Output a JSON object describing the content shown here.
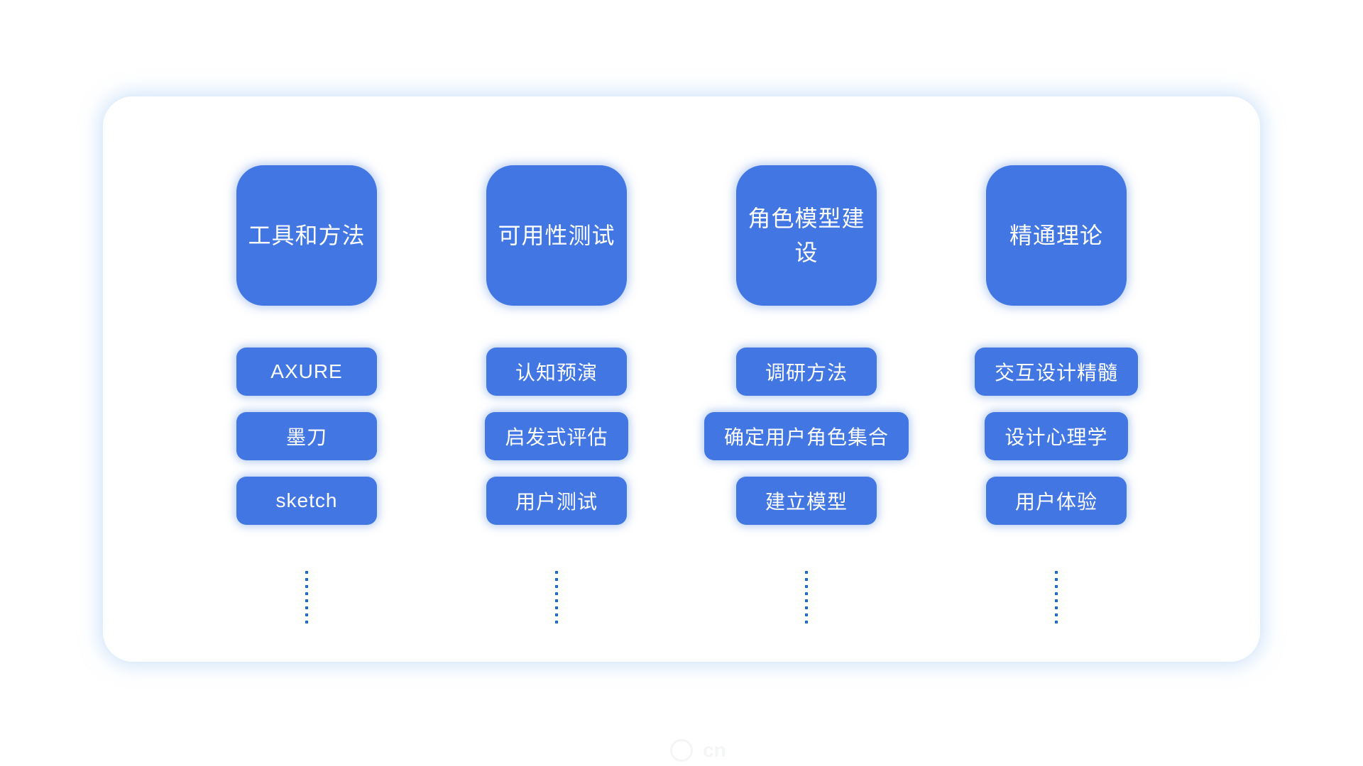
{
  "board": {
    "columns": [
      {
        "header": "工具和方法",
        "items": [
          "AXURE",
          "墨刀",
          "sketch"
        ]
      },
      {
        "header": "可用性测试",
        "items": [
          "认知预演",
          "启发式评估",
          "用户测试"
        ]
      },
      {
        "header": "角色模型建设",
        "items": [
          "调研方法",
          "确定用户角色集合",
          "建立模型"
        ]
      },
      {
        "header": "精通理论",
        "items": [
          "交互设计精髓",
          "设计心理学",
          "用户体验"
        ]
      }
    ]
  },
  "watermark": "cn",
  "colors": {
    "node_blue": "#4176e3",
    "dot_blue": "#1b6fcb",
    "node_text": "#ffffff",
    "canvas_background": "#ffffff",
    "canvas_glow": "#aacdf5"
  }
}
